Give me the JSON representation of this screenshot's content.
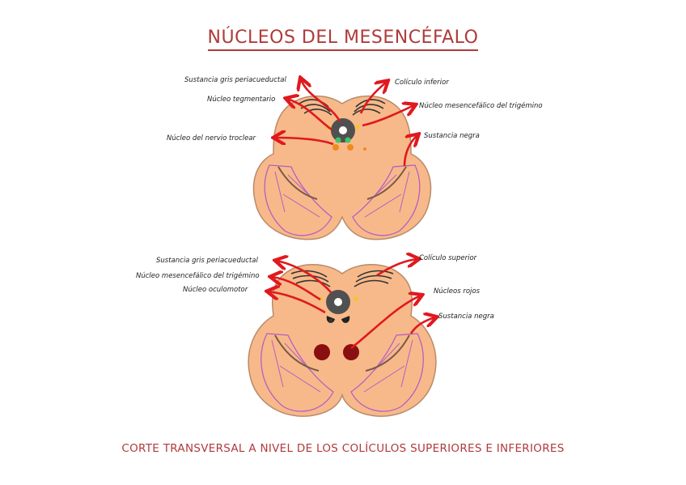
{
  "title": "NÚCLEOS DEL MESENCÉFALO",
  "caption": "CORTE TRANSVERSAL A NIVEL DE LOS COLÍCULOS SUPERIORES E INFERIORES",
  "colors": {
    "tissue": "#f7b98a",
    "tissue_outline": "#b98a6a",
    "arrow": "#e0191e",
    "title": "#b03a3a",
    "aqueduct": "#505050",
    "red_nucleus": "#8a0f10",
    "peduncle_line": "#b45fc0",
    "trochlear_nucleus": "#f08a1e",
    "mesencephalic_trigeminal": "#f2c436",
    "tegmental_nucleus": "#3ec46a"
  },
  "inferior_section": {
    "labels": {
      "periaqueductal": "Sustancia gris periacueductal",
      "tegmental": "Núcleo tegmentario",
      "trochlear": "Núcleo del nervio troclear",
      "inferior_colliculus": "Colículo inferior",
      "mesencephalic_trigeminal": "Núcleo mesencefálico del trigémino",
      "substantia_nigra": "Sustancia negra"
    }
  },
  "superior_section": {
    "labels": {
      "periaqueductal": "Sustancia gris periacueductal",
      "mesencephalic_trigeminal": "Núcleo mesencefálico del trigémino",
      "oculomotor": "Núcleo oculomotor",
      "superior_colliculus": "Colículo superior",
      "red_nuclei": "Núcleos rojos",
      "substantia_nigra": "Sustancia negra"
    }
  }
}
